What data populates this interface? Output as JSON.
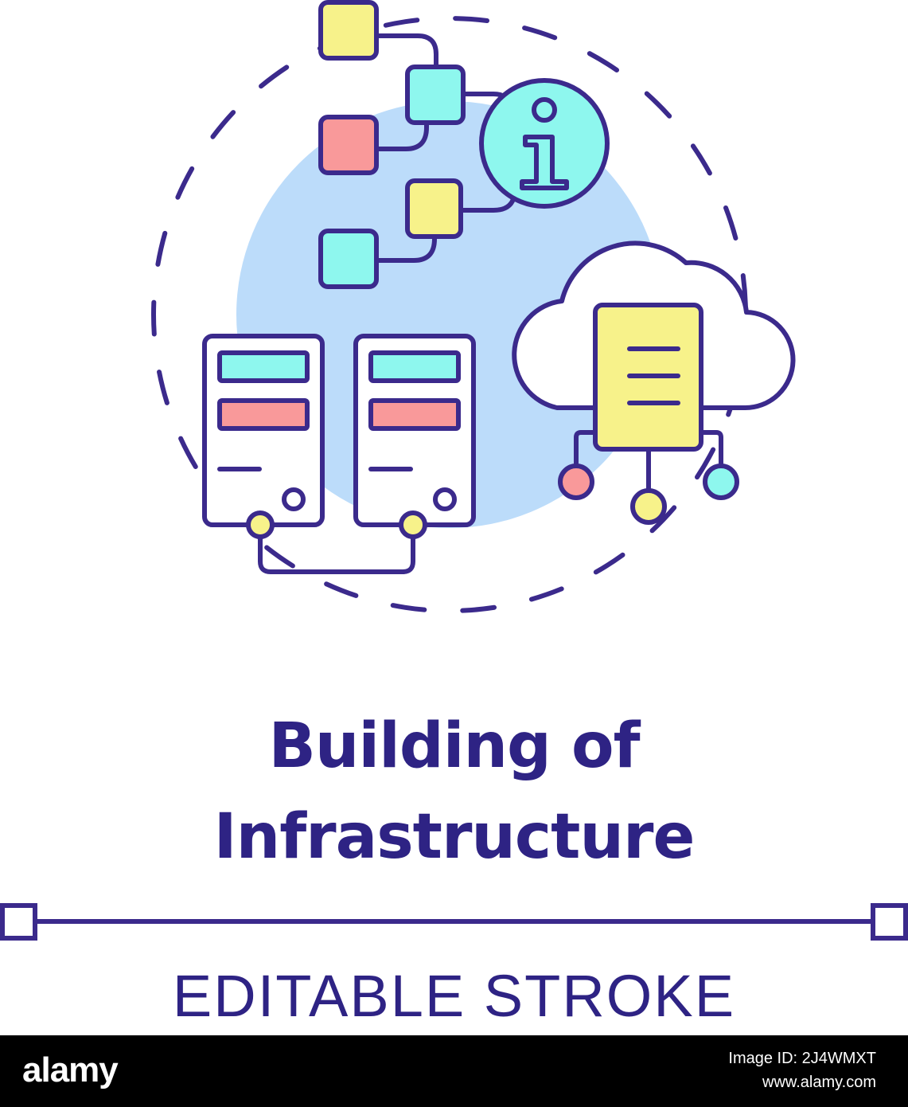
{
  "title": {
    "line1": "Building of",
    "line2": "Infrastructure"
  },
  "caption": "EDITABLE STROKE",
  "icons": {
    "flowchart": "flowchart-icon",
    "info": "info-icon",
    "servers": "server-icon",
    "cloud": "cloud-document-icon"
  },
  "colors": {
    "stroke": "#3b2a8c",
    "circle_bg": "#bcdcfa",
    "yellow": "#f7f28a",
    "cyan": "#8ef7ee",
    "pink": "#f9999a",
    "title": "#2e2384",
    "watermark_bg": "#000000"
  },
  "watermark": {
    "logo": "alamy",
    "image_id": "Image ID: 2J4WMXT",
    "site": "www.alamy.com"
  }
}
